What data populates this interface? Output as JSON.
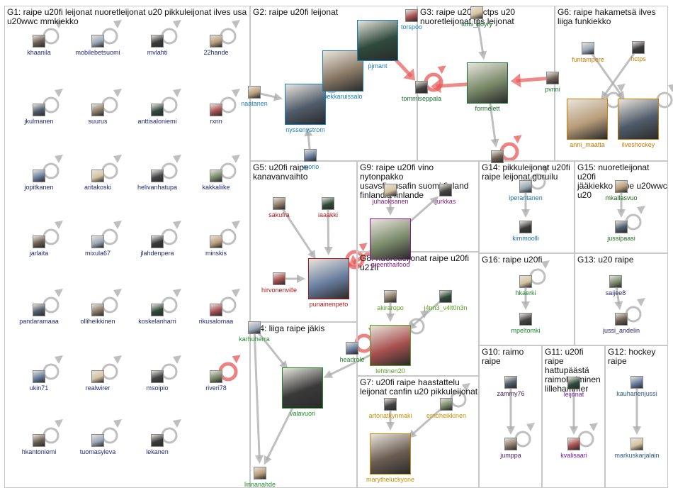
{
  "colors": {
    "g1": "#1f2a78",
    "g2": "#1a7fb8",
    "g3": "#1a7030",
    "g4": "#1e8c2a",
    "g5": "#b01818",
    "g6": "#c77a00",
    "g7": "#c89000",
    "g8": "#5aa020",
    "g9": "#8a1a8a",
    "g10": "#4a1a66",
    "g11": "#6a1aa0",
    "g12": "#2a5a8a",
    "g13": "#2a2a66",
    "g14": "#1a6aa0",
    "g15": "#1a6a1a",
    "g16": "#1a8a2a"
  },
  "groups": [
    {
      "id": "G1",
      "title": "G1: raipe u20fi leijonat nuoretleijonat u20 pikkuleijonat ilves usa\nu20wwc mmkiekko"
    },
    {
      "id": "G2",
      "title": "G2: raipe u20fi leijonat"
    },
    {
      "id": "G3",
      "title": "G3: raipe u20fi hctps u20\nnuoretleijonat tps leijonat"
    },
    {
      "id": "G6",
      "title": "G6: raipe hakametsä ilves\nliiga funkiekko"
    },
    {
      "id": "G5",
      "title": "G5: u20fi raipe\nkanavanvaihto"
    },
    {
      "id": "G9",
      "title": "G9: raipe u20fi vino nytonpakko\nusavsfin usafin suomi finland\nfinlandia finlande"
    },
    {
      "id": "G14",
      "title": "G14: pikkuleijonat u20fi\nraipe leijonat guruilu"
    },
    {
      "id": "G15",
      "title": "G15: nuoretleijonat u20fi\njääkiekko raipe u20wwc\nu20"
    },
    {
      "id": "G8",
      "title": "G8: nuoretleijonat raipe u20fi\nu21fi"
    },
    {
      "id": "G16",
      "title": "G16: raipe u20fi"
    },
    {
      "id": "G13",
      "title": "G13: u20 raipe"
    },
    {
      "id": "G4",
      "title": "G4: liiga raipe jäkis"
    },
    {
      "id": "G10",
      "title": "G10: raimo\nraipe"
    },
    {
      "id": "G11",
      "title": "G11: u20fi raipe\nhattupäästä\nraimohelminen\nlillehammer"
    },
    {
      "id": "G12",
      "title": "G12: hockey\nraipe"
    },
    {
      "id": "G7",
      "title": "G7: u20fi raipe haastattelu\nleijonat canfin u20 pikkuleijonat"
    }
  ],
  "nodes": [
    {
      "id": "khaanila",
      "label": "khaanila",
      "group": "g1"
    },
    {
      "id": "mobilebetsuomi",
      "label": "mobilebetsuomi",
      "group": "g1"
    },
    {
      "id": "mvlahti",
      "label": "mvlahti",
      "group": "g1"
    },
    {
      "id": "22hande",
      "label": "22hande",
      "group": "g1"
    },
    {
      "id": "jkulmanen",
      "label": "jkulmanen",
      "group": "g1"
    },
    {
      "id": "suurus",
      "label": "suurus",
      "group": "g1"
    },
    {
      "id": "anttisaloniemi",
      "label": "anttisaloniemi",
      "group": "g1"
    },
    {
      "id": "rxnn",
      "label": "rxnn",
      "group": "g1"
    },
    {
      "id": "jopitkanen",
      "label": "jopitkanen",
      "group": "g1"
    },
    {
      "id": "aritakoski",
      "label": "aritakoski",
      "group": "g1"
    },
    {
      "id": "helivanhatupa",
      "label": "helivanhatupa",
      "group": "g1"
    },
    {
      "id": "kakkaliike",
      "label": "kakkaliike",
      "group": "g1"
    },
    {
      "id": "jarlaita",
      "label": "jarlaita",
      "group": "g1"
    },
    {
      "id": "mixula67",
      "label": "mixula67",
      "group": "g1"
    },
    {
      "id": "jlahdenpera",
      "label": "jlahdenpera",
      "group": "g1"
    },
    {
      "id": "minskis",
      "label": "minskis",
      "group": "g1"
    },
    {
      "id": "pandaramaaa",
      "label": "pandaramaaa",
      "group": "g1"
    },
    {
      "id": "olliheikkinen",
      "label": "olliheikkinen",
      "group": "g1"
    },
    {
      "id": "koskelanharri",
      "label": "koskelanharri",
      "group": "g1"
    },
    {
      "id": "rikusalomaa",
      "label": "rikusalomaa",
      "group": "g1"
    },
    {
      "id": "ukin71",
      "label": "ukin71",
      "group": "g1"
    },
    {
      "id": "realwirer",
      "label": "realwirer",
      "group": "g1"
    },
    {
      "id": "msoipio",
      "label": "msoipio",
      "group": "g1"
    },
    {
      "id": "riveri78",
      "label": "riveri78",
      "group": "g1"
    },
    {
      "id": "hkantoniemi",
      "label": "hkantoniemi",
      "group": "g1"
    },
    {
      "id": "tuomasyleva",
      "label": "tuomasyleva",
      "group": "g1"
    },
    {
      "id": "lekanen",
      "label": "lekanen",
      "group": "g1"
    },
    {
      "id": "naatanen",
      "label": "naatanen",
      "group": "g2"
    },
    {
      "id": "nyssenystrom",
      "label": "nyssenystrom",
      "group": "g2"
    },
    {
      "id": "pekkaruissalo",
      "label": "pekkaruissalo",
      "group": "g2"
    },
    {
      "id": "pjmant",
      "label": "pjmant",
      "group": "g2"
    },
    {
      "id": "torspoo",
      "label": "torspoo",
      "group": "g2"
    },
    {
      "id": "vuorio",
      "label": "vuorio",
      "group": "g2"
    },
    {
      "id": "tomi_poyry",
      "label": "tomi_pöyry",
      "group": "g3"
    },
    {
      "id": "tommiseppala",
      "label": "tommiseppala",
      "group": "g3"
    },
    {
      "id": "formelett",
      "label": "formelett",
      "group": "g3"
    },
    {
      "id": "pvnni",
      "label": "pvnni",
      "group": "g3"
    },
    {
      "id": "funtampere",
      "label": "funtampere",
      "group": "g6"
    },
    {
      "id": "hctps",
      "label": "hctps",
      "group": "g6"
    },
    {
      "id": "anni_maatta",
      "label": "anni_maatta",
      "group": "g6"
    },
    {
      "id": "ilveshockey",
      "label": "ilveshockey",
      "group": "g6"
    },
    {
      "id": "sakufra",
      "label": "sakufra",
      "group": "g5"
    },
    {
      "id": "iaaakki",
      "label": "iaaakki",
      "group": "g5"
    },
    {
      "id": "hirvonenville",
      "label": "hirvonenville",
      "group": "g5"
    },
    {
      "id": "punainenpeto",
      "label": "punainenpeto",
      "group": "g5"
    },
    {
      "id": "juhaoksanen",
      "label": "juhaoksanen",
      "group": "g9"
    },
    {
      "id": "jurkkas",
      "label": "jurkkas",
      "group": "g9"
    },
    {
      "id": "greenthaifood",
      "label": "greenthaifood",
      "group": "g9"
    },
    {
      "id": "g14hub",
      "label": "",
      "group": "g14"
    },
    {
      "id": "iperantanen",
      "label": "iperantanen",
      "group": "g14"
    },
    {
      "id": "kimmoolli",
      "label": "kimmoolli",
      "group": "g14"
    },
    {
      "id": "mkallasvuo",
      "label": "mkallasvuo",
      "group": "g15"
    },
    {
      "id": "jussipaasi",
      "label": "jussipaasi",
      "group": "g15"
    },
    {
      "id": "akiraropo",
      "label": "akiraropo",
      "group": "g8"
    },
    {
      "id": "j4nn3",
      "label": "j4nn3_v4lt0n3n",
      "group": "g8"
    },
    {
      "id": "lehtinen20",
      "label": "lehtinen20",
      "group": "g8"
    },
    {
      "id": "headrole",
      "label": "headrole",
      "group": "g4"
    },
    {
      "id": "hkaerki",
      "label": "hkaerki",
      "group": "g16"
    },
    {
      "id": "mpeltomki",
      "label": "mpeltomki",
      "group": "g16"
    },
    {
      "id": "saijee8",
      "label": "saijee8",
      "group": "g13"
    },
    {
      "id": "jussi_andelin",
      "label": "jussi_andelin",
      "group": "g13"
    },
    {
      "id": "karhuherra",
      "label": "karhuherra",
      "group": "g4"
    },
    {
      "id": "valavuori",
      "label": "valavuori",
      "group": "g4"
    },
    {
      "id": "linnanahde",
      "label": "linnanahde",
      "group": "g4"
    },
    {
      "id": "zammy76",
      "label": "zammy76",
      "group": "g10"
    },
    {
      "id": "jumppa",
      "label": "jumppa",
      "group": "g10"
    },
    {
      "id": "leijonat",
      "label": "leijonat",
      "group": "g11"
    },
    {
      "id": "kvalisaari",
      "label": "kvalisaari",
      "group": "g11"
    },
    {
      "id": "kauhanenjussi",
      "label": "kauhanenjussi",
      "group": "g12"
    },
    {
      "id": "markuskarjalain",
      "label": "markuskarjalain",
      "group": "g12"
    },
    {
      "id": "artonatkynmaki",
      "label": "artonatkynmaki",
      "group": "g7"
    },
    {
      "id": "ernoheikkinen",
      "label": "ernoheikkinen",
      "group": "g7"
    },
    {
      "id": "marytheluckyone",
      "label": "marytheluckyone",
      "group": "g7"
    }
  ],
  "edges": [
    [
      "naatanen",
      "nyssenystrom"
    ],
    [
      "vuorio",
      "nyssenystrom"
    ],
    [
      "pekkaruissalo",
      "nyssenystrom"
    ],
    [
      "pjmant",
      "tommiseppala"
    ],
    [
      "formelett",
      "tommiseppala"
    ],
    [
      "pvnni",
      "formelett"
    ],
    [
      "tomi_poyry",
      "formelett"
    ],
    [
      "formelett",
      "g14hub"
    ],
    [
      "funtampere",
      "ilveshockey"
    ],
    [
      "hctps",
      "anni_maatta"
    ],
    [
      "sakufra",
      "punainenpeto"
    ],
    [
      "iaaakki",
      "punainenpeto"
    ],
    [
      "hirvonenville",
      "punainenpeto"
    ],
    [
      "greenthaifood",
      "punainenpeto"
    ],
    [
      "greenthaifood",
      "jurkkas"
    ],
    [
      "juhaoksanen",
      "greenthaifood"
    ],
    [
      "iperantanen",
      "kimmoolli"
    ],
    [
      "mkallasvuo",
      "jussipaasi"
    ],
    [
      "akiraropo",
      "lehtinen20"
    ],
    [
      "j4nn3",
      "lehtinen20"
    ],
    [
      "lehtinen20",
      "valavuori"
    ],
    [
      "hkaerki",
      "mpeltomki"
    ],
    [
      "saijee8",
      "jussi_andelin"
    ],
    [
      "karhuherra",
      "valavuori"
    ],
    [
      "karhuherra",
      "linnanahde"
    ],
    [
      "valavuori",
      "linnanahde"
    ],
    [
      "zammy76",
      "jumppa"
    ],
    [
      "leijonat",
      "kvalisaari"
    ],
    [
      "kauhanenjussi",
      "markuskarjalain"
    ],
    [
      "artonatkynmaki",
      "marytheluckyone"
    ],
    [
      "ernoheikkinen",
      "marytheluckyone"
    ]
  ]
}
